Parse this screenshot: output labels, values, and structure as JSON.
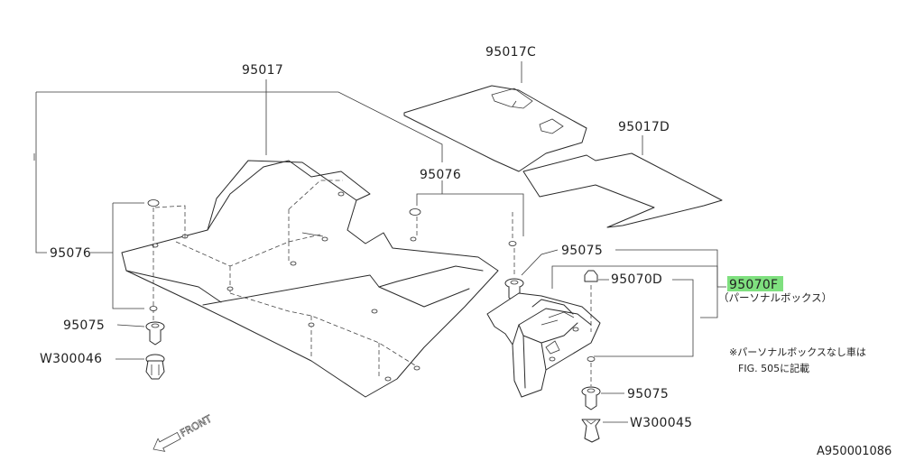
{
  "labels": {
    "p95017": "95017",
    "p95017c": "95017C",
    "p95017d": "95017D",
    "p95076_left": "95076",
    "p95076_mid": "95076",
    "p95075_left": "95075",
    "p95075_right_top": "95075",
    "p95075_right_bottom": "95075",
    "w300046": "W300046",
    "w300045": "W300045",
    "p95070d": "95070D",
    "p95070f": "95070F",
    "p95070f_sub": "（パーソナルボックス）",
    "note_line1": "※パーソナルボックスなし車は",
    "note_line2": "FIG. 505に記載",
    "front": "FRONT",
    "figure_code": "A950001086"
  },
  "colors": {
    "line": "#2a2a2a",
    "highlight": "#7fe07f"
  }
}
